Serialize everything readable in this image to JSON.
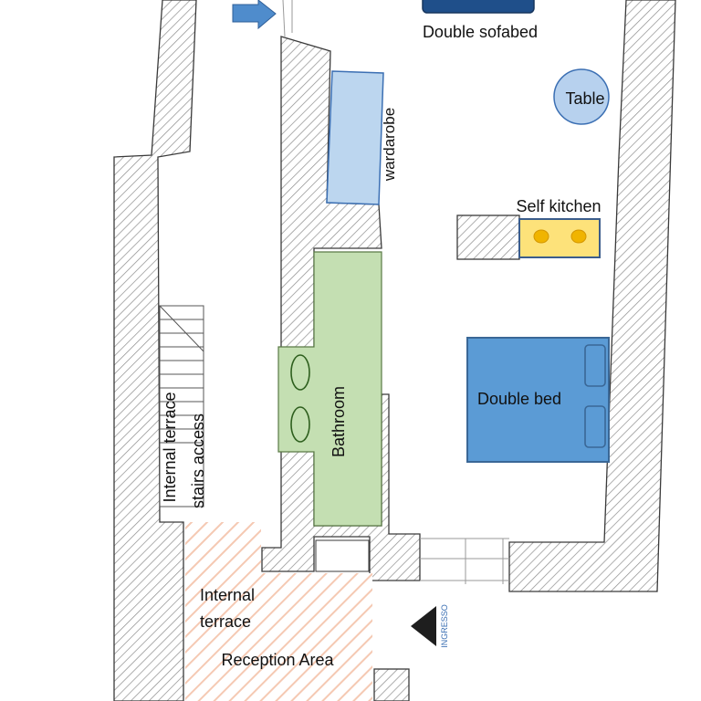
{
  "rooms": {
    "sofabed": "Double sofabed",
    "table": "Table",
    "wardrobe": "wardarobe",
    "kitchen": "Self kitchen",
    "bed": "Double bed",
    "bathroom": "Bathroom",
    "stairs_line1": "Internal terrace",
    "stairs_line2": "stairs access",
    "terrace_line1": "Internal",
    "terrace_line2": "terrace",
    "reception": "Reception Area",
    "entrance": "INGRESSO"
  },
  "colors": {
    "wall_hatch": "#8c8c8c",
    "wall_outline": "#3a3a3a",
    "wardrobe_fill": "#bcd6ef",
    "wardrobe_stroke": "#3b6fb3",
    "table_fill": "#b7d1ee",
    "sofabed_fill": "#1f4f8a",
    "kitchen_fill": "#fde27a",
    "kitchen_burner": "#f0b400",
    "kitchen_stroke": "#3b5d8c",
    "bathroom_fill": "#c4dfb2",
    "bathroom_stroke": "#5a7a46",
    "bed_fill": "#5b9bd5",
    "bed_stroke": "#3a6796",
    "terrace_hatch": "#f5c9b3",
    "arrow_fill": "#4f8ccc",
    "entrance_fill": "#1e1e1e"
  },
  "icons": {
    "entry_arrow": "arrow-right-icon",
    "entrance_marker": "triangle-left-icon"
  }
}
